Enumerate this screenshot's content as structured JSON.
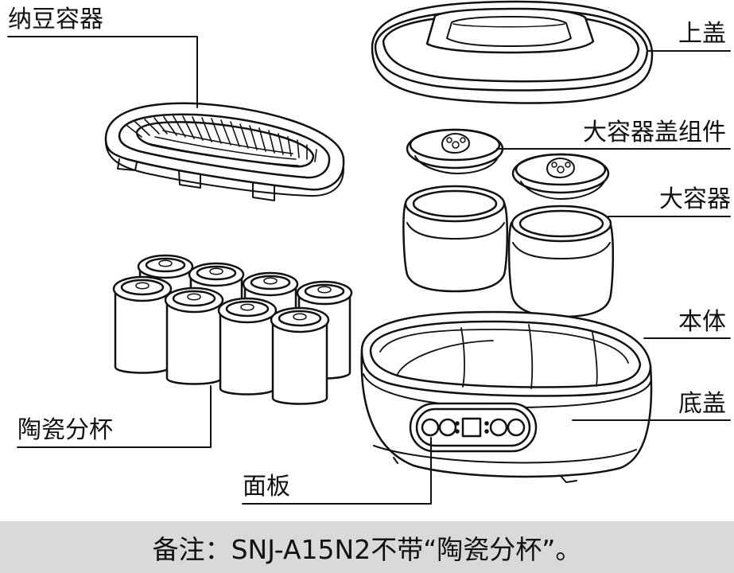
{
  "labels": {
    "natto_container": "纳豆容器",
    "top_lid": "上盖",
    "large_container_lid_assembly": "大容器盖组件",
    "large_container": "大容器",
    "body": "本体",
    "base_cover": "底盖",
    "ceramic_cups": "陶瓷分杯",
    "panel": "面板"
  },
  "footer": {
    "note": "备注：SNJ-A15N2不带“陶瓷分杯”。"
  },
  "colors": {
    "line": "#111111",
    "footer_bg": "#d9d9d9",
    "background": "#ffffff"
  }
}
